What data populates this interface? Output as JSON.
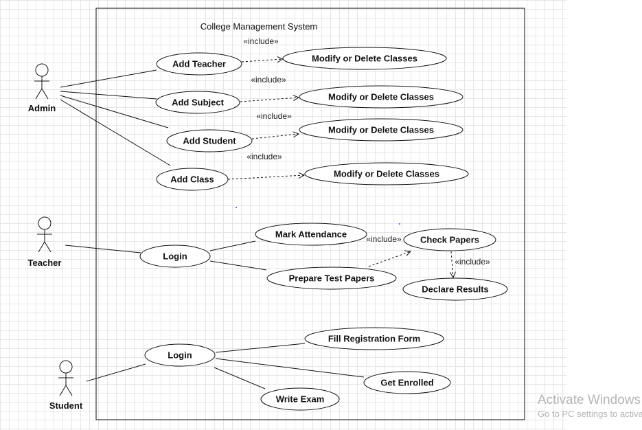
{
  "diagram": {
    "title": "College Management System",
    "stereotype": "«include»",
    "actors": {
      "admin": "Admin",
      "teacher": "Teacher",
      "student": "Student"
    },
    "use_cases": {
      "add_teacher": "Add Teacher",
      "add_subject": "Add Subject",
      "add_student": "Add Student",
      "add_class": "Add Class",
      "modify_delete_1": "Modify or Delete Classes",
      "modify_delete_2": "Modify or Delete Classes",
      "modify_delete_3": "Modify or Delete Classes",
      "modify_delete_4": "Modify or Delete Classes",
      "teacher_login": "Login",
      "mark_attendance": "Mark Attendance",
      "prepare_test_papers": "Prepare Test Papers",
      "check_papers": "Check Papers",
      "declare_results": "Declare Results",
      "student_login": "Login",
      "fill_registration": "Fill Registration Form",
      "get_enrolled": "Get Enrolled",
      "write_exam": "Write Exam"
    },
    "include_labels": {
      "inc1": "«include»",
      "inc2": "«include»",
      "inc3": "«include»",
      "inc4": "«include»",
      "inc5": "«include»",
      "inc6": "«include»"
    }
  },
  "watermark": {
    "title": "Activate Windows",
    "subtitle": "Go to PC settings to activate Windows."
  }
}
